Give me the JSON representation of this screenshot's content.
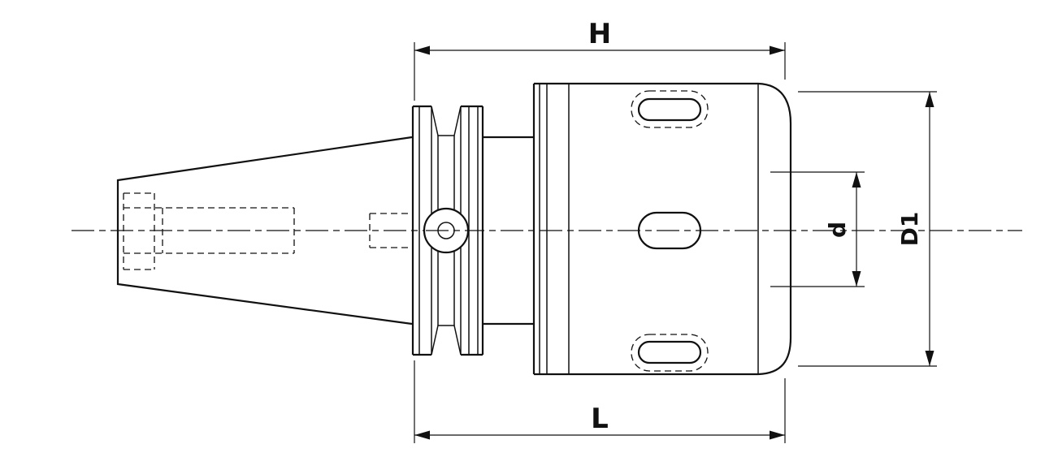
{
  "drawing": {
    "description": "Side-view technical drawing of a taper-shank drill chuck tool holder",
    "background_color": "#ffffff",
    "line_color": "#111111",
    "dimensions": {
      "h_label": "H",
      "l_label": "L",
      "d_label": "d",
      "d1_label": "D1"
    }
  }
}
